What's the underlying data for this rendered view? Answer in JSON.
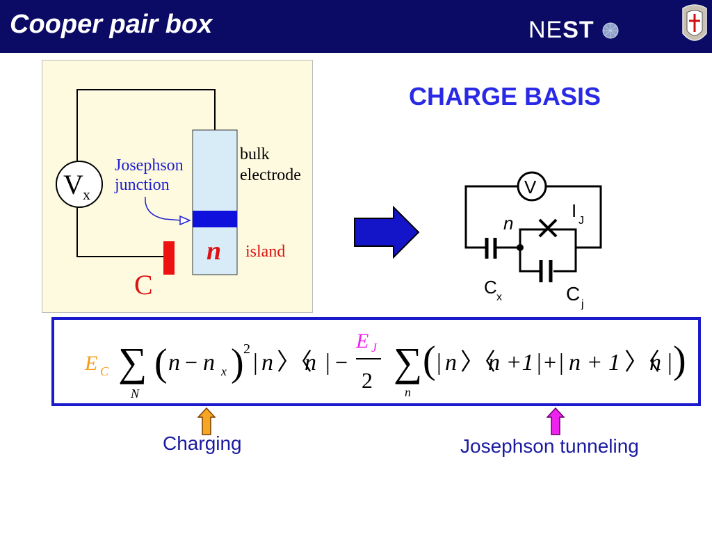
{
  "header": {
    "title": "Cooper pair box",
    "logo_thin": "NE",
    "logo_bold": "ST"
  },
  "diagram": {
    "voltmeter": "V",
    "voltmeter_sub": "x",
    "junction_label_1": "Josephson",
    "junction_label_2": "junction",
    "bulk_label_1": "bulk",
    "bulk_label_2": "electrode",
    "island_symbol": "n",
    "island_label": "island",
    "capacitor_label": "C"
  },
  "circuit": {
    "heading": "CHARGE BASIS",
    "meter": "V",
    "node": "n",
    "current": "I",
    "current_sub": "J",
    "cap_x": "C",
    "cap_x_sub": "x",
    "cap_j": "C",
    "cap_j_sub": "j"
  },
  "formula": {
    "ec": "E",
    "ec_sub": "C",
    "sum_index_1": "N",
    "t1_n": "n",
    "t1_minus": "−",
    "t1_nx": "n",
    "t1_nx_sub": "x",
    "t1_pow": "2",
    "t1_ket": "n",
    "t1_bra": "n",
    "minus": "−",
    "ej": "E",
    "ej_sub": "J",
    "ej_den": "2",
    "sum_index_2": "n",
    "t2_ket1": "n",
    "t2_bra1": "n +1",
    "plus": "+",
    "t2_ket2": "n + 1",
    "t2_bra2": "n"
  },
  "labels": {
    "charging": "Charging",
    "tunneling": "Josephson tunneling"
  },
  "colors": {
    "header_bg": "#0b0b66",
    "accent_blue": "#1a1acc",
    "red": "#e0101a",
    "orange": "#f5a623",
    "magenta": "#ee22ee"
  }
}
